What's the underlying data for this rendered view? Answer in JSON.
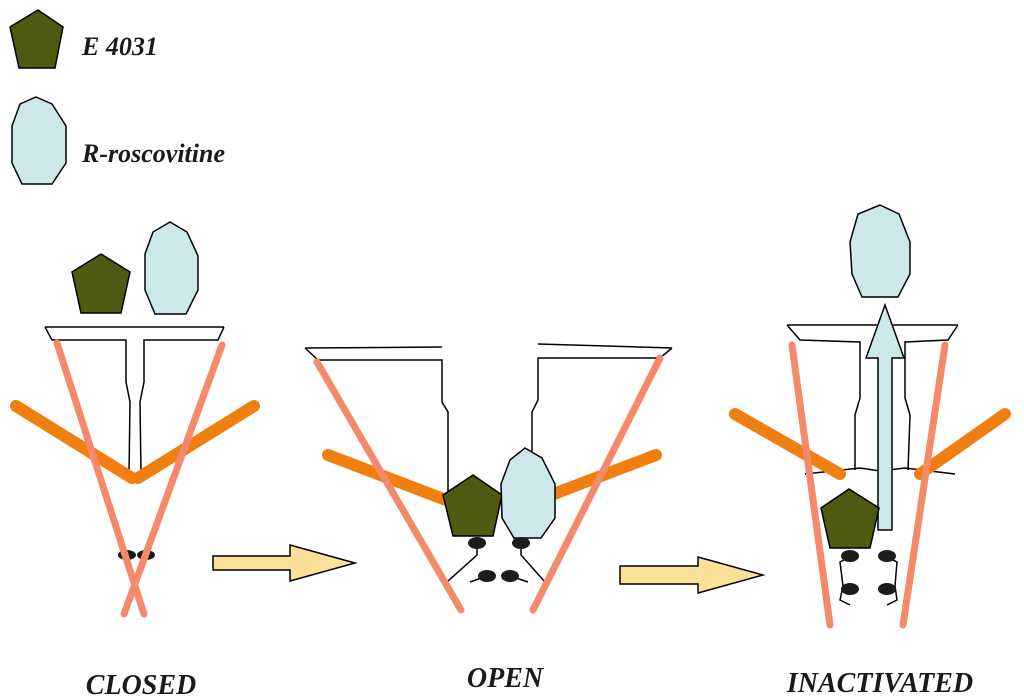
{
  "legend": {
    "e4031": "E 4031",
    "roscovitine": "R-roscovitine"
  },
  "states": {
    "closed": "CLOSED",
    "open": "OPEN",
    "inactivated": "INACTIVATED"
  },
  "colors": {
    "e4031_fill": "#4e5a12",
    "roscovitine_fill": "#cde8ea",
    "helix_salmon": "#f4896b",
    "helix_orange": "#f07f10",
    "arrow_fill": "#fbe09a",
    "inactivation_arrow_fill": "#cde8ea",
    "ball_fill": "#1c1c1c"
  }
}
